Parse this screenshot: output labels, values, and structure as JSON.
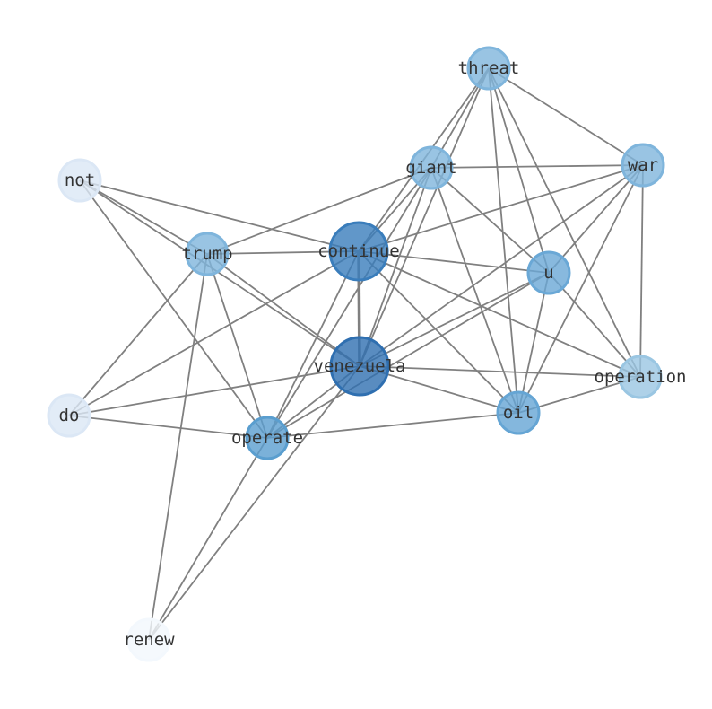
{
  "graph": {
    "type": "network",
    "nodes": [
      {
        "id": "threat",
        "label": "threat",
        "color": "#7fb5dc",
        "weight": 0.55
      },
      {
        "id": "war",
        "label": "war",
        "color": "#7fb5dc",
        "weight": 0.55
      },
      {
        "id": "giant",
        "label": "giant",
        "color": "#7fb5dc",
        "weight": 0.55
      },
      {
        "id": "not",
        "label": "not",
        "color": "#dbe7f5",
        "weight": 0.15
      },
      {
        "id": "trump",
        "label": "trump",
        "color": "#7fb5dc",
        "weight": 0.55
      },
      {
        "id": "continue",
        "label": "continue",
        "color": "#3a7dbb",
        "weight": 1.0
      },
      {
        "id": "u",
        "label": "u",
        "color": "#6aa8d6",
        "weight": 0.6
      },
      {
        "id": "venezuela",
        "label": "venezuela",
        "color": "#2f6fb0",
        "weight": 1.0
      },
      {
        "id": "operation",
        "label": "operation",
        "color": "#9ac6e2",
        "weight": 0.45
      },
      {
        "id": "do",
        "label": "do",
        "color": "#dbe7f5",
        "weight": 0.15
      },
      {
        "id": "oil",
        "label": "oil",
        "color": "#65a5d4",
        "weight": 0.6
      },
      {
        "id": "operate",
        "label": "operate",
        "color": "#5a9ecf",
        "weight": 0.65
      },
      {
        "id": "renew",
        "label": "renew",
        "color": "#f3f8fd",
        "weight": 0.05
      }
    ],
    "edges": [
      [
        "continue",
        "venezuela",
        3
      ],
      [
        "not",
        "trump",
        1
      ],
      [
        "not",
        "continue",
        1
      ],
      [
        "not",
        "venezuela",
        1
      ],
      [
        "not",
        "operate",
        1
      ],
      [
        "trump",
        "continue",
        1
      ],
      [
        "trump",
        "giant",
        1
      ],
      [
        "trump",
        "venezuela",
        1
      ],
      [
        "trump",
        "operate",
        1
      ],
      [
        "trump",
        "do",
        1
      ],
      [
        "trump",
        "renew",
        1
      ],
      [
        "do",
        "continue",
        1
      ],
      [
        "do",
        "venezuela",
        1
      ],
      [
        "do",
        "operate",
        1
      ],
      [
        "renew",
        "operate",
        1
      ],
      [
        "renew",
        "venezuela",
        1
      ],
      [
        "continue",
        "giant",
        1
      ],
      [
        "continue",
        "threat",
        1
      ],
      [
        "continue",
        "war",
        1
      ],
      [
        "continue",
        "u",
        1
      ],
      [
        "continue",
        "operation",
        1
      ],
      [
        "continue",
        "oil",
        1
      ],
      [
        "continue",
        "operate",
        1
      ],
      [
        "venezuela",
        "giant",
        1
      ],
      [
        "venezuela",
        "threat",
        1
      ],
      [
        "venezuela",
        "war",
        1
      ],
      [
        "venezuela",
        "u",
        1
      ],
      [
        "venezuela",
        "operation",
        1
      ],
      [
        "venezuela",
        "oil",
        1
      ],
      [
        "venezuela",
        "operate",
        1
      ],
      [
        "giant",
        "threat",
        1
      ],
      [
        "giant",
        "war",
        1
      ],
      [
        "giant",
        "u",
        1
      ],
      [
        "giant",
        "oil",
        1
      ],
      [
        "giant",
        "operate",
        1
      ],
      [
        "threat",
        "war",
        1
      ],
      [
        "threat",
        "u",
        1
      ],
      [
        "threat",
        "oil",
        1
      ],
      [
        "threat",
        "operation",
        1
      ],
      [
        "war",
        "u",
        1
      ],
      [
        "war",
        "oil",
        1
      ],
      [
        "war",
        "operation",
        1
      ],
      [
        "u",
        "oil",
        1
      ],
      [
        "u",
        "operation",
        1
      ],
      [
        "u",
        "operate",
        1
      ],
      [
        "operation",
        "oil",
        1
      ],
      [
        "oil",
        "operate",
        1
      ]
    ],
    "edge_color": "#808080"
  }
}
